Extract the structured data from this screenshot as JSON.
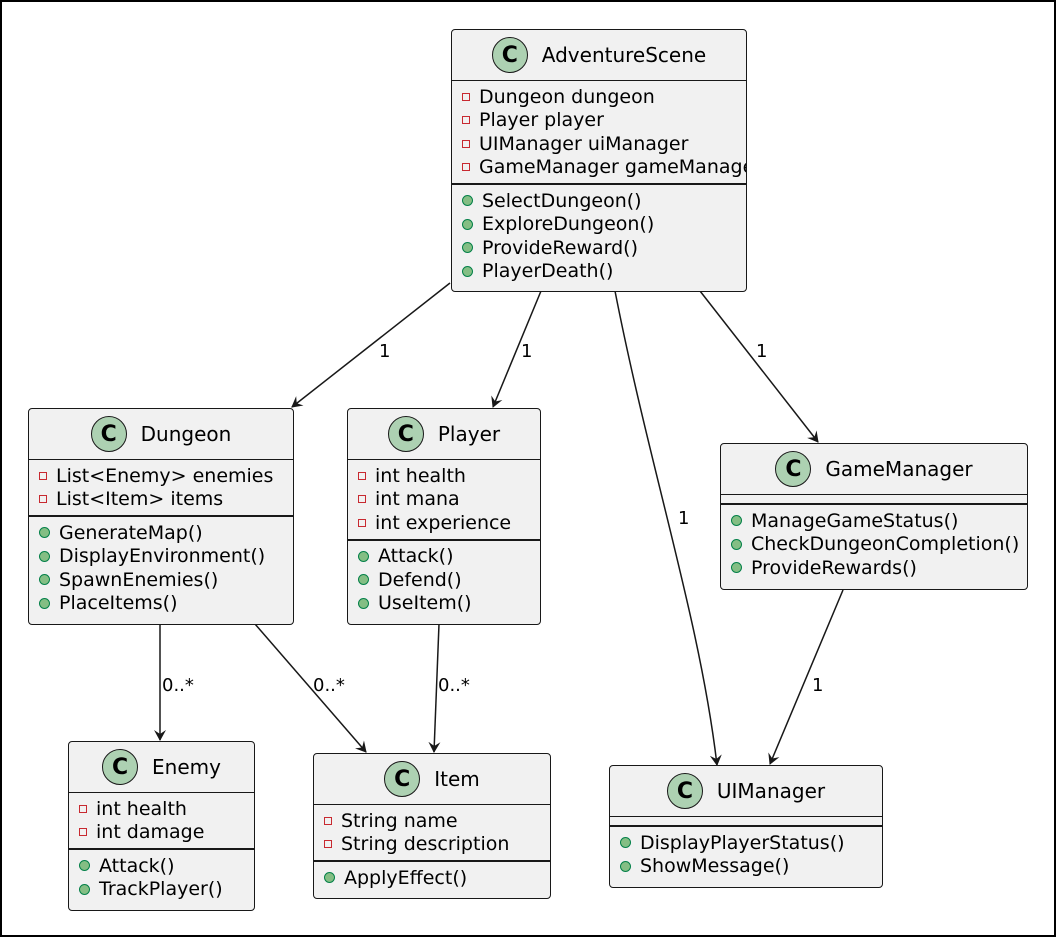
{
  "classes": {
    "adventure_scene": {
      "badge": "C",
      "name": "AdventureScene",
      "attributes": [
        "Dungeon dungeon",
        "Player player",
        "UIManager uiManager",
        "GameManager gameManager"
      ],
      "methods": [
        "SelectDungeon()",
        "ExploreDungeon()",
        "ProvideReward()",
        "PlayerDeath()"
      ]
    },
    "dungeon": {
      "badge": "C",
      "name": "Dungeon",
      "attributes": [
        "List<Enemy> enemies",
        "List<Item> items"
      ],
      "methods": [
        "GenerateMap()",
        "DisplayEnvironment()",
        "SpawnEnemies()",
        "PlaceItems()"
      ]
    },
    "player": {
      "badge": "C",
      "name": "Player",
      "attributes": [
        "int health",
        "int mana",
        "int experience"
      ],
      "methods": [
        "Attack()",
        "Defend()",
        "UseItem()"
      ]
    },
    "game_manager": {
      "badge": "C",
      "name": "GameManager",
      "attributes": [],
      "methods": [
        "ManageGameStatus()",
        "CheckDungeonCompletion()",
        "ProvideRewards()"
      ]
    },
    "enemy": {
      "badge": "C",
      "name": "Enemy",
      "attributes": [
        "int health",
        "int damage"
      ],
      "methods": [
        "Attack()",
        "TrackPlayer()"
      ]
    },
    "item": {
      "badge": "C",
      "name": "Item",
      "attributes": [
        "String name",
        "String description"
      ],
      "methods": [
        "ApplyEffect()"
      ]
    },
    "ui_manager": {
      "badge": "C",
      "name": "UIManager",
      "attributes": [],
      "methods": [
        "DisplayPlayerStatus()",
        "ShowMessage()"
      ]
    }
  },
  "edges": {
    "scene_dungeon": "1",
    "scene_player": "1",
    "scene_uimanager": "1",
    "scene_gamemanager": "1",
    "dungeon_enemy": "0..*",
    "dungeon_item": "0..*",
    "player_item": "0..*",
    "gamemanager_uimanager": "1"
  },
  "colors": {
    "class_fill": "#f1f1f1",
    "badge_fill": "#add1b2",
    "private_marker": "#c82930",
    "public_marker": "#84be84"
  }
}
